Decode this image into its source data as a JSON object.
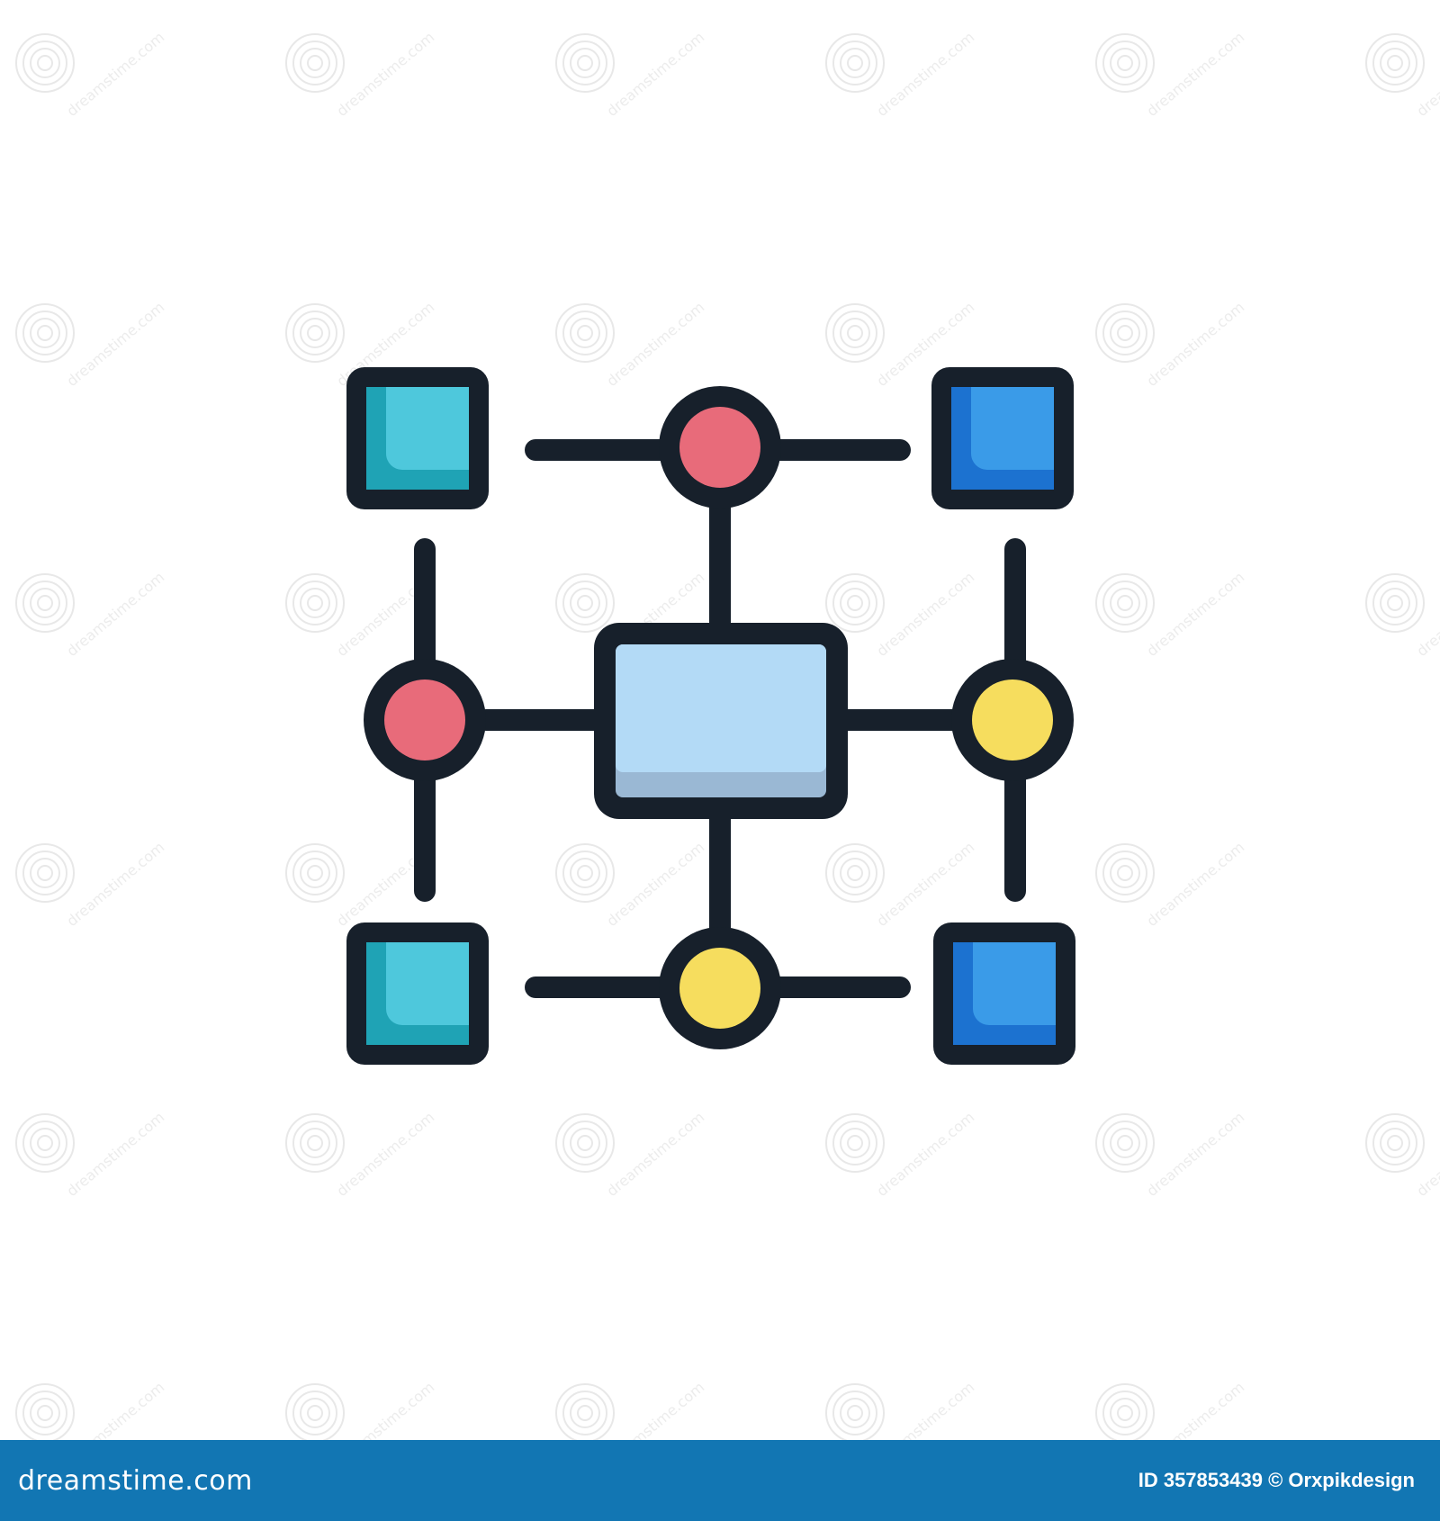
{
  "icon": {
    "name": "network-diagram-icon",
    "colors": {
      "outline": "#17202b",
      "teal": "#4ec8dc",
      "teal_shade": "#1fa3b5",
      "blue": "#3a9be8",
      "blue_shade": "#1c72d0",
      "pink": "#e86b7a",
      "yellow": "#f6dd5e",
      "center": "#b3daf6",
      "center_shade": "#9ab8d4"
    }
  },
  "watermark": {
    "text": "dreamstime.com"
  },
  "footer": {
    "brand": "dreamstime.com",
    "image_id": "ID 357853439",
    "credit": "© Orxpikdesign",
    "background": "#1276b3"
  }
}
